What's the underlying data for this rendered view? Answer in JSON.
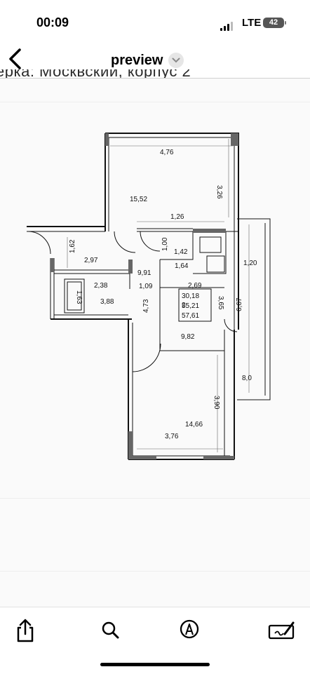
{
  "status": {
    "time": "00:09",
    "network": "LTE",
    "battery": "42"
  },
  "nav": {
    "title": "preview"
  },
  "document": {
    "cropped_heading": "ерка: Москвский, корпус 2",
    "labels": [
      "4,76",
      "3,26",
      "15,52",
      "1,26",
      "1,62",
      "2,97",
      "1,00",
      "1,42",
      "1,64",
      "1,20",
      "9,91",
      "2,69",
      "2,38",
      "1,09",
      "30,18",
      "55,21",
      "57,61",
      "1,63",
      "3,88",
      "4,73",
      "2",
      "3,65",
      "6,67",
      "9,82",
      "8,0",
      "3,90",
      "14,66",
      "3,76"
    ]
  },
  "toolbar": {
    "icons": [
      "share-icon",
      "search-icon",
      "markup-icon",
      "signature-icon"
    ]
  }
}
